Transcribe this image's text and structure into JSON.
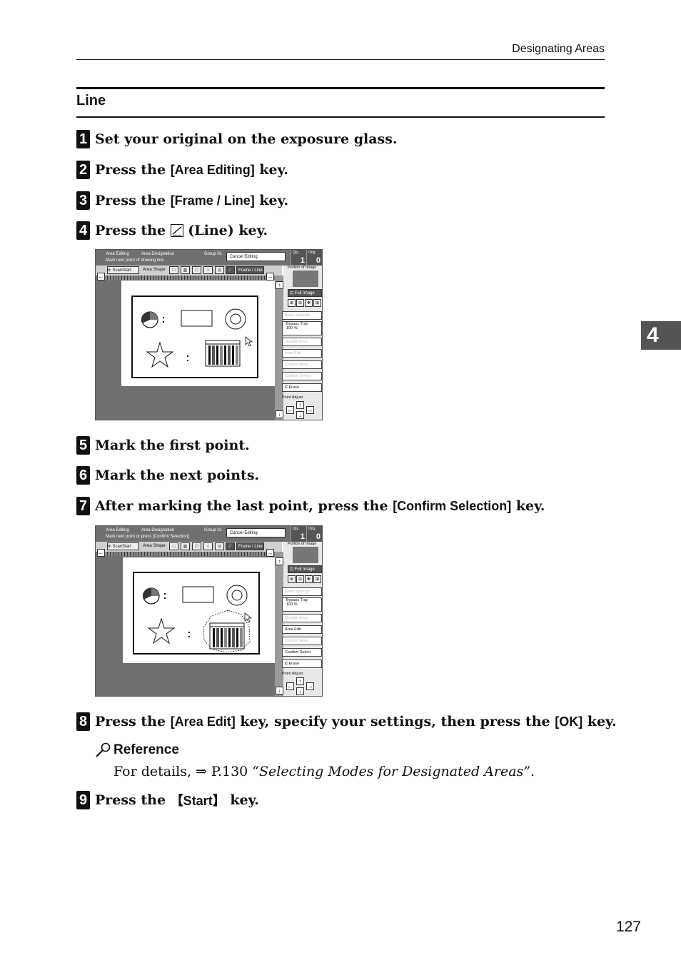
{
  "header": {
    "running_title": "Designating Areas"
  },
  "section": {
    "title": "Line"
  },
  "steps": [
    {
      "n": "1",
      "a": "Set your original on the exposure glass."
    },
    {
      "n": "2",
      "a": "Press the ",
      "key": "[Area Editing]",
      "b": " key."
    },
    {
      "n": "3",
      "a": "Press the ",
      "key": "[Frame / Line]",
      "b": " key."
    },
    {
      "n": "4",
      "a": "Press the ",
      "b": " (Line) key."
    },
    {
      "n": "5",
      "a": "Mark the first point."
    },
    {
      "n": "6",
      "a": "Mark the next points."
    },
    {
      "n": "7",
      "a": "After marking the last point, press the ",
      "key": "[Confirm Selection]",
      "b": " key."
    },
    {
      "n": "8",
      "a": "Press the ",
      "key": "[Area Edit]",
      "b": " key, specify your settings, then press the ",
      "key2": "[OK]",
      "c": " key."
    },
    {
      "n": "9",
      "a": "Press the ",
      "key": "【Start】",
      "b": " key."
    }
  ],
  "reference": {
    "title": "Reference",
    "text_a": "For details, ⇒ P.130 ",
    "text_b": "“Selecting Modes for Designated Areas”",
    "text_c": "."
  },
  "screens": [
    {
      "title_1": "Area Editing",
      "title_2": "Area Designation",
      "group": "Group 01",
      "message": "Mark next point of drawing line.",
      "cancel": "Cancel Editing",
      "qty_label_1": "Qty.",
      "qty_value_1": "1",
      "qty_label_2": "Orig.",
      "qty_value_2": "0",
      "scan_start": "ScanStart",
      "area_shape": "Area Shape",
      "frame_line": "Frame / Line",
      "portion": "Portion of Image",
      "full_image": "Full Image",
      "basic_settings": "Basic Settings",
      "bypass": "Bypass Tray",
      "ratio": "100 %",
      "outside_area": "Outside Area",
      "area_edit": "Area Edit",
      "confirm_area": "Confirm Area",
      "confirm_select": "Confirm Select",
      "erase": "Erase",
      "point_adjust": "Point Adjust."
    },
    {
      "title_1": "Area Editing",
      "title_2": "Area Designation",
      "group": "Group 01",
      "message": "Mark next point or press [Confirm Selection].",
      "cancel": "Cancel Editing",
      "qty_label_1": "Qty.",
      "qty_value_1": "1",
      "qty_label_2": "Orig.",
      "qty_value_2": "0",
      "scan_start": "ScanStart",
      "area_shape": "Area Shape",
      "frame_line": "Frame / Line",
      "portion": "Portion of Image",
      "full_image": "Full Image",
      "basic_settings": "Basic Settings",
      "bypass": "Bypass Tray",
      "ratio": "100 %",
      "outside_area": "Outside Area",
      "area_edit": "Area Edit",
      "confirm_area": "Confirm Area",
      "confirm_select": "Confirm Select",
      "erase": "Erase",
      "point_adjust": "Point Adjust."
    }
  ],
  "chapter_tab": "4",
  "page_number": "127"
}
